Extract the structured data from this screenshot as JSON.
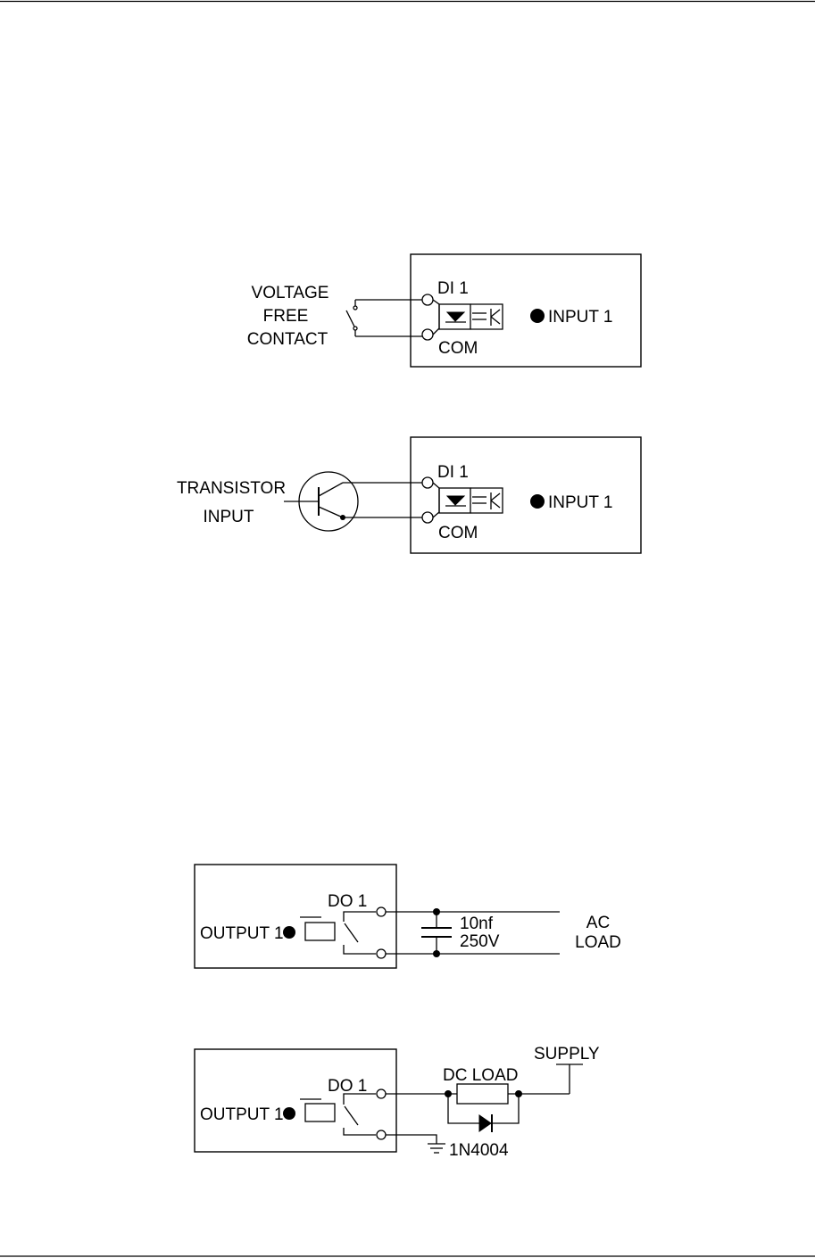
{
  "diagrams": {
    "voltage_free": {
      "source_label_lines": [
        "VOLTAGE",
        "FREE",
        "CONTACT"
      ],
      "terminal_top": "DI 1",
      "terminal_bottom": "COM",
      "indicator": "INPUT 1"
    },
    "transistor": {
      "source_label_lines": [
        "TRANSISTOR",
        "INPUT"
      ],
      "terminal_top": "DI 1",
      "terminal_bottom": "COM",
      "indicator": "INPUT 1"
    },
    "ac_output": {
      "terminal": "DO 1",
      "indicator": "OUTPUT 1",
      "capacitor_value": "10nf",
      "capacitor_voltage": "250V",
      "load_label_lines": [
        "AC",
        "LOAD"
      ]
    },
    "dc_output": {
      "terminal": "DO 1",
      "indicator": "OUTPUT 1",
      "load_label": "DC LOAD",
      "supply_label": "SUPPLY",
      "diode_label": "1N4004"
    }
  },
  "colors": {
    "ink": "#000000",
    "paper": "#ffffff"
  }
}
